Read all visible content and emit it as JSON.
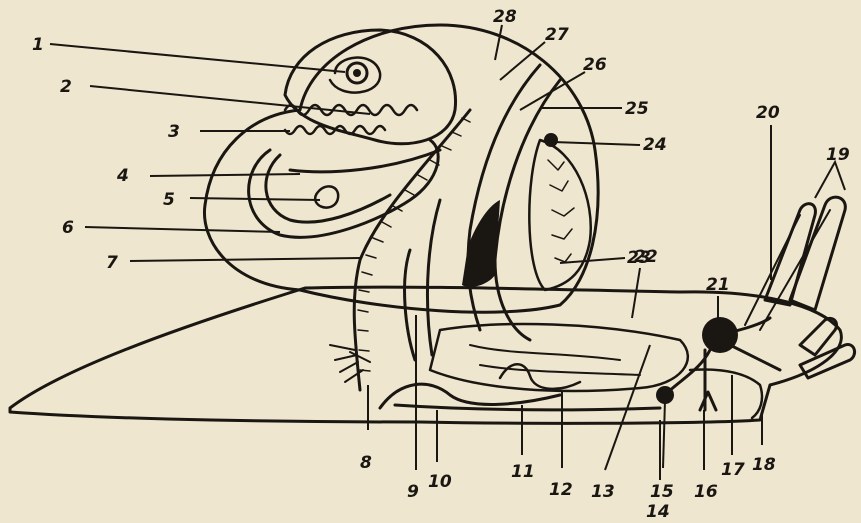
{
  "figure": {
    "paper_color": "#efe6cf",
    "ink_color": "#1a1612",
    "labels": [
      "1",
      "2",
      "3",
      "4",
      "5",
      "6",
      "7",
      "8",
      "9",
      "10",
      "11",
      "12",
      "13",
      "14",
      "15",
      "16",
      "17",
      "18",
      "19",
      "20",
      "21",
      "22",
      "23",
      "24",
      "25",
      "26",
      "27",
      "28"
    ]
  }
}
